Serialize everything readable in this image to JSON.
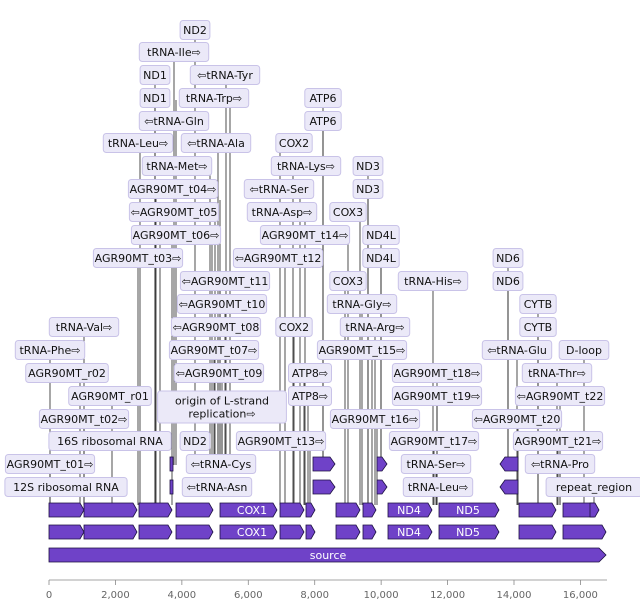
{
  "colors": {
    "feature_fill": "#6f42c8",
    "label_bg": "#ebe9f8",
    "label_border": "#c9c3e8",
    "axis": "#888888"
  },
  "axis": {
    "range": [
      0,
      16800
    ],
    "ticks": [
      "0",
      "2,000",
      "4,000",
      "6,000",
      "8,000",
      "10,000",
      "12,000",
      "14,000",
      "16,000"
    ]
  },
  "source_label": "source",
  "inner_labels": [
    "COX1",
    "COX1",
    "ND4",
    "ND4",
    "ND5",
    "ND5"
  ],
  "labels": [
    "ND2",
    "tRNA-Ile⇨",
    "ND1",
    "⇦tRNA-Tyr",
    "ND1",
    "tRNA-Trp⇨",
    "ATP6",
    "⇦tRNA-Gln",
    "ATP6",
    "tRNA-Leu⇨",
    "⇦tRNA-Ala",
    "COX2",
    "tRNA-Met⇨",
    "tRNA-Lys⇨",
    "ND3",
    "AGR90MT_t04⇨",
    "⇦tRNA-Ser",
    "ND3",
    "⇦AGR90MT_t05",
    "tRNA-Asp⇨",
    "COX3",
    "AGR90MT_t06⇨",
    "AGR90MT_t14⇨",
    "ND4L",
    "AGR90MT_t03⇨",
    "⇦AGR90MT_t12",
    "ND4L",
    "ND6",
    "⇦AGR90MT_t11",
    "COX3",
    "tRNA-His⇨",
    "ND6",
    "⇦AGR90MT_t10",
    "tRNA-Gly⇨",
    "CYTB",
    "tRNA-Val⇨",
    "⇦AGR90MT_t08",
    "COX2",
    "tRNA-Arg⇨",
    "CYTB",
    "tRNA-Phe⇨",
    "AGR90MT_t07⇨",
    "AGR90MT_t15⇨",
    "⇦tRNA-Glu",
    "D-loop",
    "AGR90MT_r02",
    "⇦AGR90MT_t09",
    "ATP8⇨",
    "AGR90MT_t18⇨",
    "tRNA-Thr⇨",
    "AGR90MT_r01",
    "ATP8⇨",
    "AGR90MT_t19⇨",
    "⇦AGR90MT_t22",
    "origin of L-strand replication⇨",
    "AGR90MT_t02⇨",
    "AGR90MT_t16⇨",
    "⇦AGR90MT_t20",
    "16S ribosomal RNA",
    "ND2",
    "AGR90MT_t13⇨",
    "AGR90MT_t17⇨",
    "AGR90MT_t21⇨",
    "AGR90MT_t01⇨",
    "⇦tRNA-Cys",
    "tRNA-Ser⇨",
    "⇦tRNA-Pro",
    "12S ribosomal RNA",
    "⇦tRNA-Asn",
    "tRNA-Leu⇨",
    "repeat_region"
  ]
}
